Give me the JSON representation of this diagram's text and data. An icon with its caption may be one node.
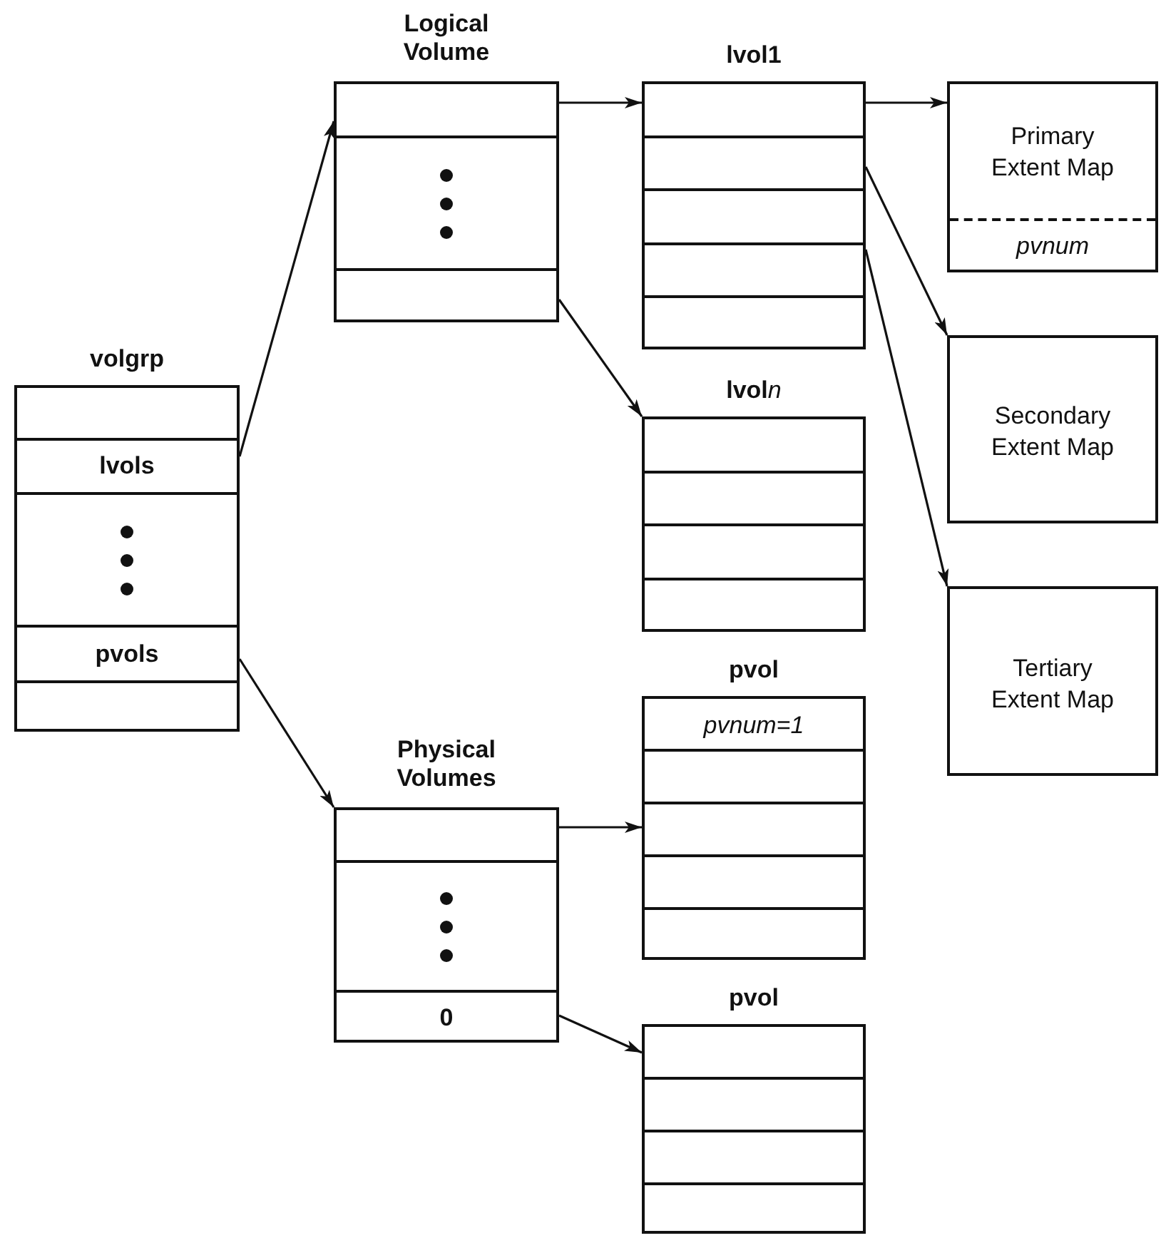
{
  "diagram": {
    "nodes": [
      {
        "text": [
          "volgrp",
          "lvols",
          "pvols"
        ]
      },
      {
        "text": [
          "Logical Volume"
        ]
      },
      {
        "text": [
          "lvol1"
        ]
      },
      {
        "text": [
          "lvoln"
        ]
      },
      {
        "text": [
          "Primary Extent Map",
          "pvnum"
        ]
      },
      {
        "text": [
          "Secondary Extent Map"
        ]
      },
      {
        "text": [
          "Tertiary Extent Map"
        ]
      },
      {
        "text": [
          "Physical Volumes",
          "0"
        ]
      },
      {
        "text": [
          "pvol",
          "pvnum=1"
        ]
      },
      {
        "text": [
          "pvol"
        ]
      }
    ],
    "edges": [
      {
        "from": 0,
        "to": 1,
        "arrow": "to"
      },
      {
        "from": 1,
        "to": 2,
        "arrow": "to"
      },
      {
        "from": 1,
        "to": 3,
        "arrow": "to"
      },
      {
        "from": 2,
        "to": 4,
        "arrow": "to"
      },
      {
        "from": 2,
        "to": 5,
        "arrow": "to"
      },
      {
        "from": 2,
        "to": 6,
        "arrow": "to"
      },
      {
        "from": 0,
        "to": 7,
        "arrow": "to"
      },
      {
        "from": 7,
        "to": 8,
        "arrow": "to"
      },
      {
        "from": 7,
        "to": 9,
        "arrow": "to"
      }
    ]
  }
}
